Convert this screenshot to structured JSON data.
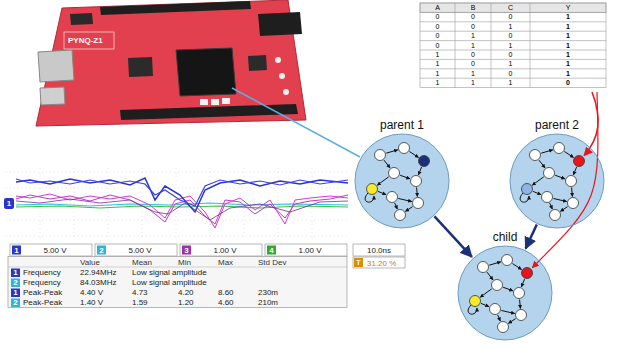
{
  "diagram": {
    "nodes": [
      {
        "text": [
          "parent 1"
        ]
      },
      {
        "text": [
          "parent 2"
        ]
      },
      {
        "text": [
          "child"
        ]
      }
    ],
    "edges": [
      {
        "from": 0,
        "to": 2,
        "arrow": "to"
      },
      {
        "from": 1,
        "to": 2,
        "arrow": "to"
      }
    ],
    "labels": [
      "A",
      "B",
      "C",
      "Y",
      "0",
      "0",
      "0",
      "1",
      "0",
      "0",
      "1",
      "1",
      "0",
      "1",
      "0",
      "1",
      "0",
      "1",
      "1",
      "1",
      "1",
      "0",
      "0",
      "1",
      "1",
      "0",
      "1",
      "1",
      "1",
      "1",
      "0",
      "1",
      "1",
      "1",
      "1",
      "0",
      "PYNQ-Z1",
      "1",
      "1",
      "5.00 V",
      "2",
      "5.00 V",
      "3",
      "1.00 V",
      "4",
      "1.00 V",
      "10.0ns",
      "T",
      "31.20 %",
      "Value",
      "Mean",
      "Min",
      "Max",
      "Std Dev",
      "1",
      "Frequency",
      "22.94MHz",
      "Low signal amplitude",
      "2",
      "Frequency",
      "84.03MHz",
      "Low signal amplitude",
      "1",
      "Peak-Peak",
      "4.40 V",
      "4.73",
      "4.20",
      "8.60",
      "230m",
      "2",
      "Peak-Peak",
      "1.40 V",
      "1.59",
      "1.20",
      "4.60",
      "210m"
    ]
  }
}
